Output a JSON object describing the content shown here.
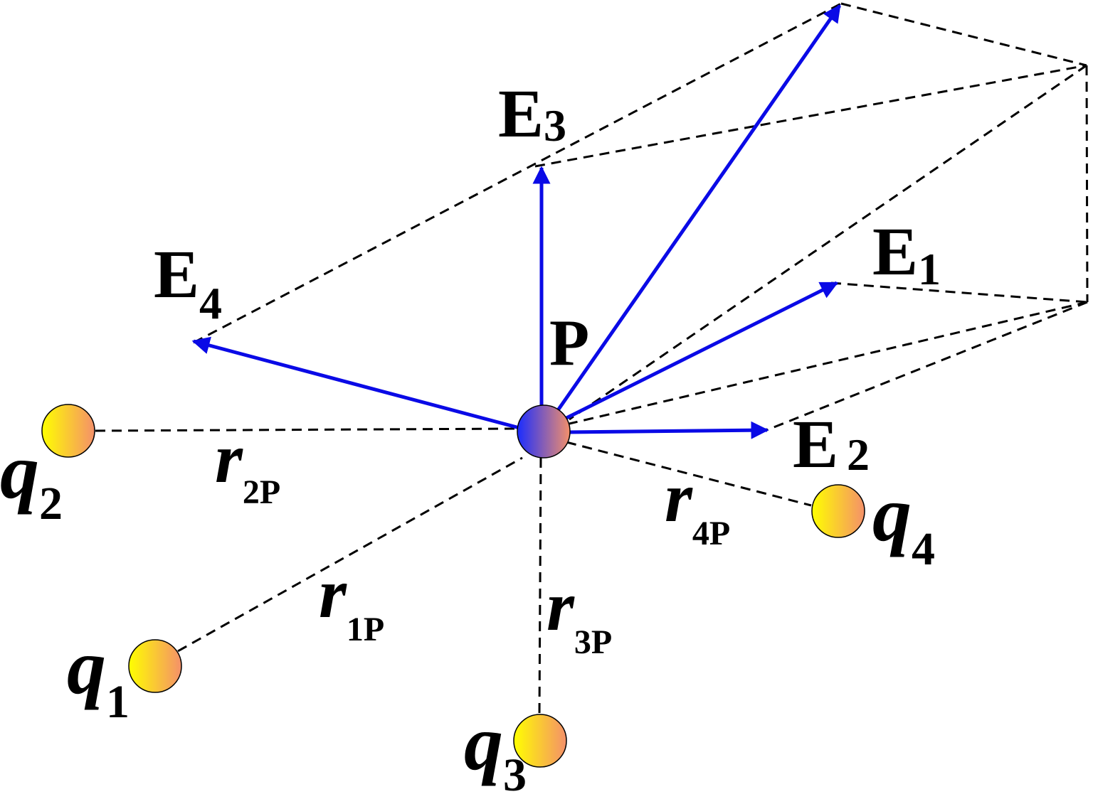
{
  "colors": {
    "vector": "#0a0ae6",
    "dashed": "#000000",
    "charge_start": "#ffff00",
    "charge_end": "#f4906a",
    "point_start": "#1a2cff",
    "point_end": "#f4906a"
  },
  "point": {
    "label": "P"
  },
  "charges": [
    {
      "id": "q1",
      "letter": "q",
      "sub": "1"
    },
    {
      "id": "q2",
      "letter": "q",
      "sub": "2"
    },
    {
      "id": "q3",
      "letter": "q",
      "sub": "3"
    },
    {
      "id": "q4",
      "letter": "q",
      "sub": "4"
    }
  ],
  "distances": [
    {
      "id": "r1",
      "letter": "r",
      "sub": "1P"
    },
    {
      "id": "r2",
      "letter": "r",
      "sub": "2P"
    },
    {
      "id": "r3",
      "letter": "r",
      "sub": "3P"
    },
    {
      "id": "r4",
      "letter": "r",
      "sub": "4P"
    }
  ],
  "fields": [
    {
      "id": "E1",
      "letter": "E",
      "sub": "1"
    },
    {
      "id": "E2",
      "letter": "E",
      "sub": "2"
    },
    {
      "id": "E3",
      "letter": "E",
      "sub": "3"
    },
    {
      "id": "E4",
      "letter": "E",
      "sub": "4"
    }
  ]
}
